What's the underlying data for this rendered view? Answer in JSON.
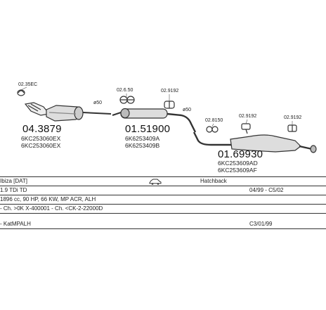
{
  "diagram": {
    "parts": [
      {
        "code": "04.3879",
        "refs": [
          "6KC253060EX",
          "6KC253060EX"
        ]
      },
      {
        "code": "01.51900",
        "refs": [
          "6K6253409A",
          "6K6253409B"
        ]
      },
      {
        "code": "01.69930",
        "refs": [
          "6KC253609AD",
          "6KC253609AF"
        ]
      }
    ],
    "small_labels": {
      "clamp_front": "02.35EC",
      "hanger_mid": "02.6.50",
      "hanger_mid2": "02.9192",
      "hanger_rear1": "02.8150",
      "hanger_rear2": "02.9192",
      "hanger_rear3": "02.9192",
      "dia_front": "ø50",
      "dia_mid": "ø50"
    }
  },
  "table": {
    "row1": {
      "model": "Ibiza [DAT]",
      "body": "Hatchback"
    },
    "row2": {
      "engine": "1.9 TDi TD",
      "dates": "04/99 - C5/02"
    },
    "row3": {
      "spec": "1896 cc, 90 HP, 66 KW, MP ACR, ALH"
    },
    "row4": {
      "chassis": "- Ch. >0K X-400001 - Ch. <CK-2-22000D"
    },
    "row5": {
      "cat": "- KatMPALH",
      "ref": "C3/01/99"
    }
  }
}
